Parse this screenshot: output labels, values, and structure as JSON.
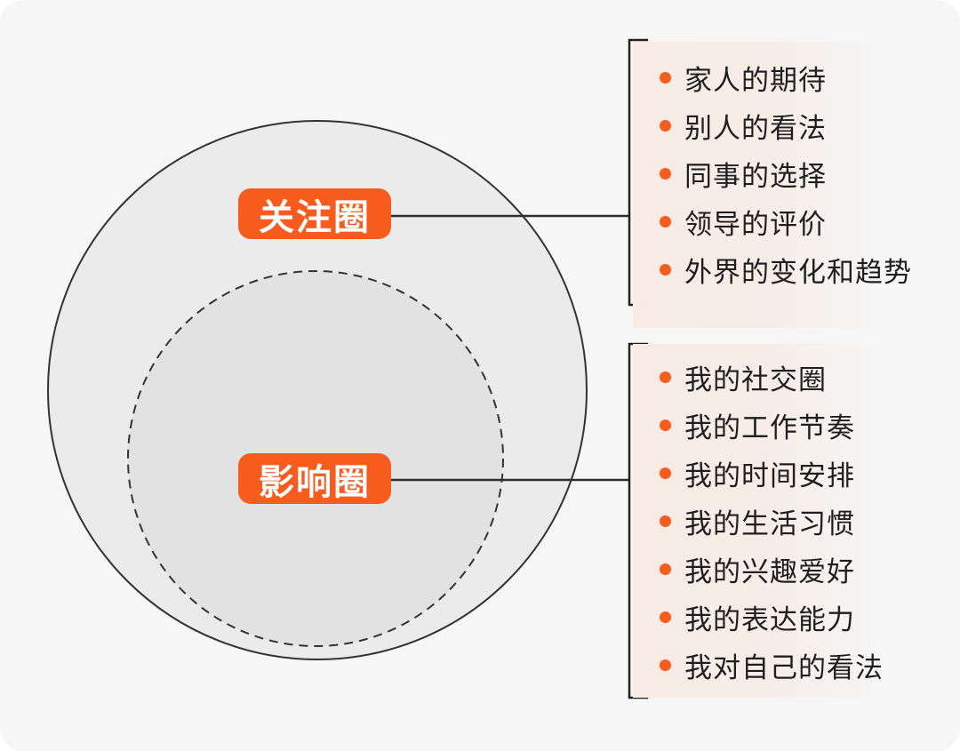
{
  "colors": {
    "accent_orange": "#f75b1e",
    "card_background": "#f6f6f6",
    "outer_circle_fill": "#ebebeb",
    "inner_circle_fill": "#e2e2e2",
    "stroke_dark": "#333333",
    "list_tint": "#f7ebe4",
    "text_dark": "#1f1f1f"
  },
  "diagram": {
    "concern_label": "关注圈",
    "influence_label": "影响圈",
    "concern_items": [
      "家人的期待",
      "别人的看法",
      "同事的选择",
      "领导的评价",
      "外界的变化和趋势"
    ],
    "influence_items": [
      "我的社交圈",
      "我的工作节奏",
      "我的时间安排",
      "我的生活习惯",
      "我的兴趣爱好",
      "我的表达能力",
      "我对自己的看法"
    ]
  }
}
